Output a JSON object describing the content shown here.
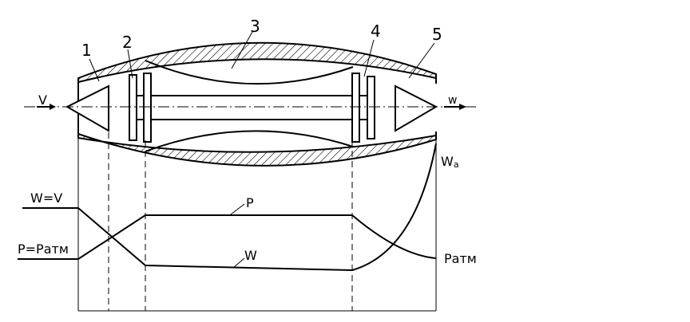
{
  "diagram": {
    "callouts": [
      "1",
      "2",
      "3",
      "4",
      "5"
    ],
    "labels": {
      "inlet_velocity": "V",
      "exit_velocity": "w",
      "exit_velocity_a_main": "W",
      "exit_velocity_a_sub": "a",
      "w_equals_v": "W=V",
      "p_equals_patm": "P=Pатм",
      "pressure_curve": "P",
      "velocity_curve": "W",
      "p_atm_exit": "Pатм"
    }
  }
}
